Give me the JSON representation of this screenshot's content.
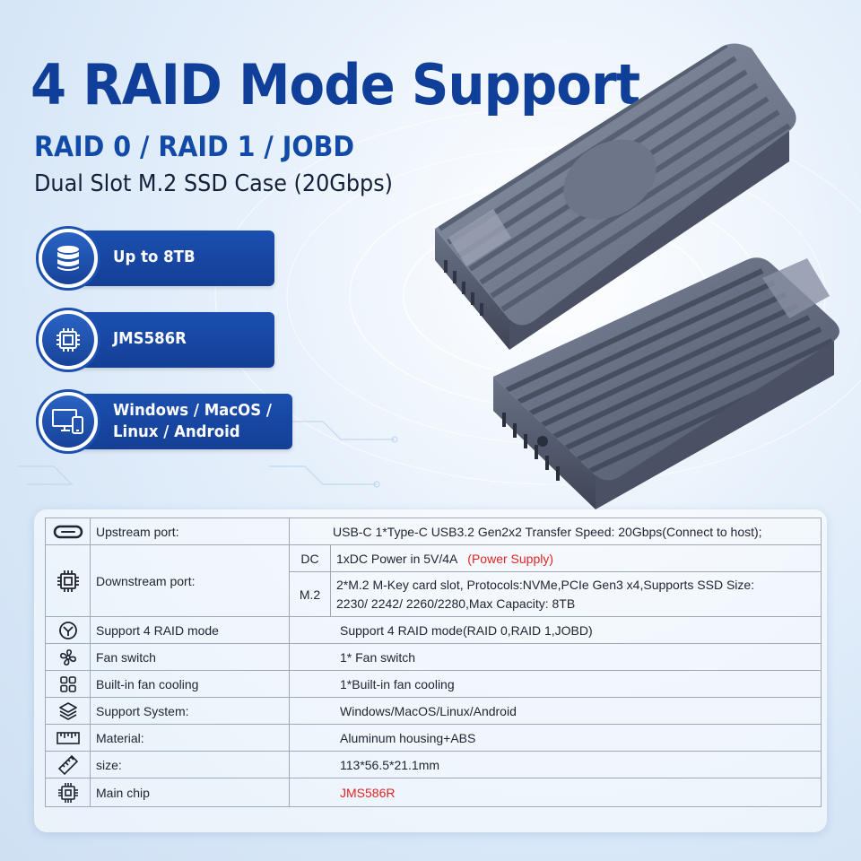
{
  "header": {
    "title": "4 RAID Mode Support",
    "subtitle": "RAID 0 / RAID 1 / JOBD",
    "subtitle2": "Dual Slot M.2 SSD Case (20Gbps)"
  },
  "badges": [
    {
      "icon": "database-icon",
      "label": "Up to 8TB"
    },
    {
      "icon": "chip-icon",
      "label": "JMS586R"
    },
    {
      "icon": "devices-icon",
      "line1": "Windows / MacOS /",
      "line2": "Linux / Android"
    }
  ],
  "specs": {
    "upstream": {
      "icon": "usb-c-icon",
      "name": "Upstream port:",
      "value": "USB-C  1*Type-C USB3.2 Gen2x2 Transfer Speed: 20Gbps(Connect to host);"
    },
    "downstream": {
      "icon": "chip-icon",
      "name": "Downstream port:",
      "dc_label": "DC",
      "dc_value": "1xDC Power in 5V/4A",
      "dc_note": "(Power Supply)",
      "m2_label": "M.2",
      "m2_line1": "2*M.2 M-Key card slot,  Protocols:NVMe,PCIe Gen3 x4,Supports SSD Size:",
      "m2_line2": "2230/ 2242/ 2260/2280,Max Capacity: 8TB"
    },
    "raid": {
      "icon": "raid-icon",
      "name": "Support 4 RAID mode",
      "value": "Support 4 RAID mode(RAID 0,RAID 1,JOBD)"
    },
    "fan": {
      "icon": "fan-icon",
      "name": "Fan switch",
      "value": "1* Fan switch"
    },
    "cooling": {
      "icon": "grid-icon",
      "name": "Built-in fan cooling",
      "value": "1*Built-in fan cooling"
    },
    "system": {
      "icon": "layers-icon",
      "name": "Support System:",
      "value": "Windows/MacOS/Linux/Android"
    },
    "material": {
      "icon": "ruler-box-icon",
      "name": "Material:",
      "value": "Aluminum housing+ABS"
    },
    "size": {
      "icon": "ruler-icon",
      "name": "size:",
      "value": "113*56.5*21.1mm"
    },
    "chip": {
      "icon": "chip-icon",
      "name": "Main chip",
      "value": "JMS586R"
    }
  },
  "colors": {
    "brand_blue": "#1b4fb0",
    "title_blue": "#0f3f99",
    "highlight_red": "#e02424"
  }
}
